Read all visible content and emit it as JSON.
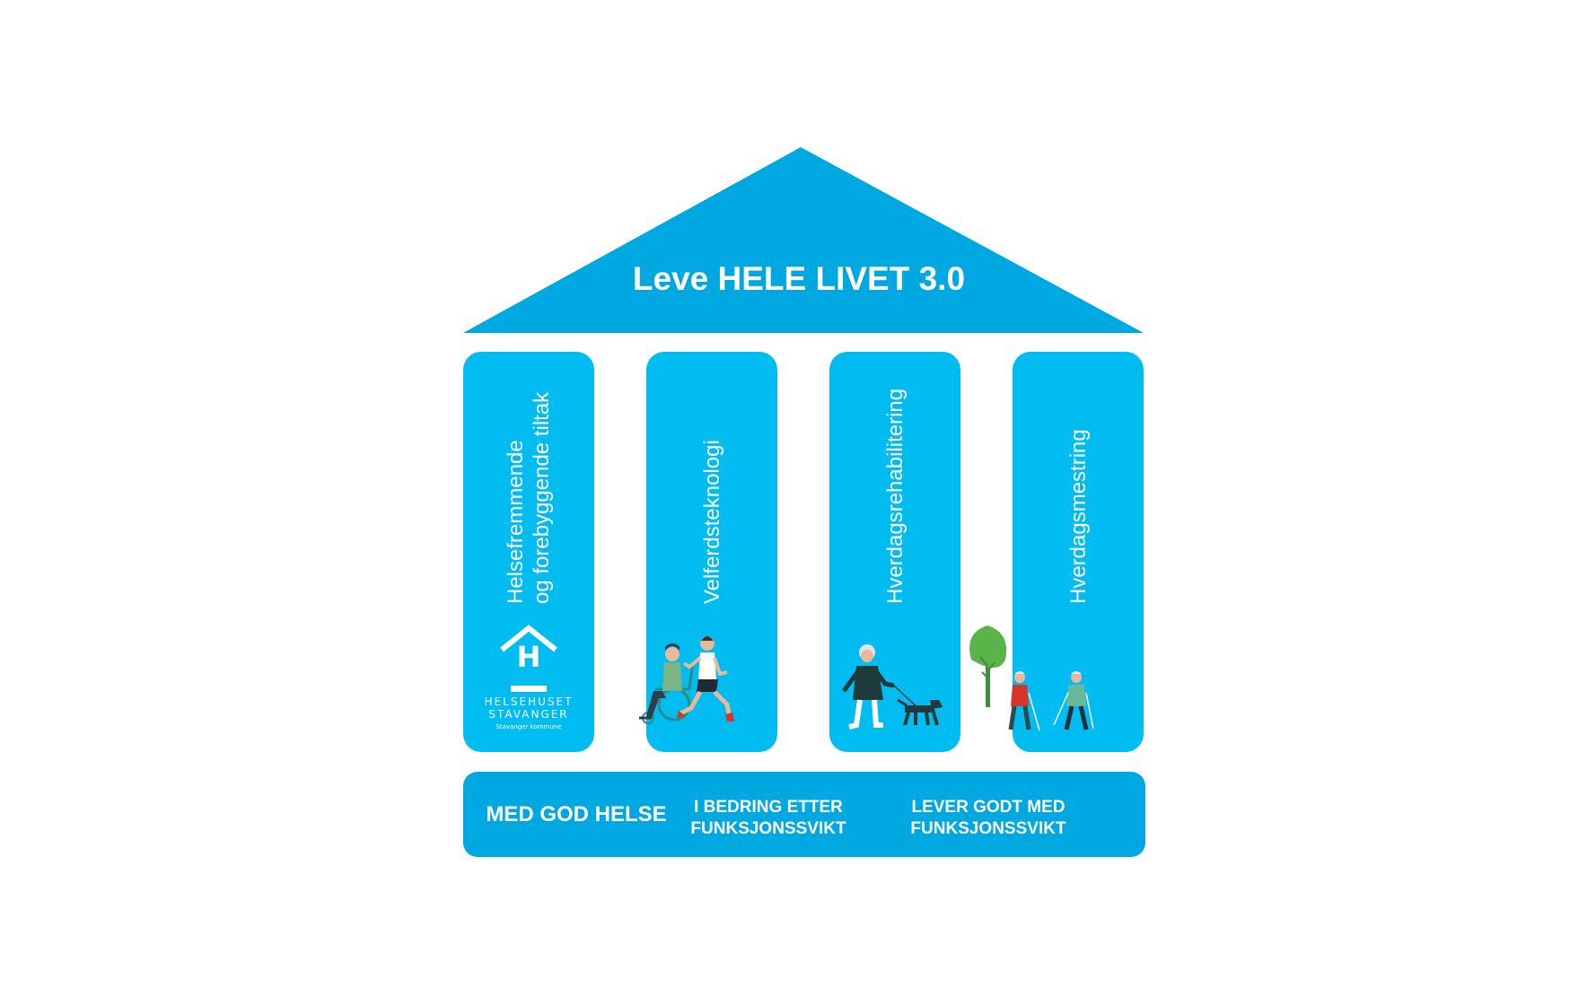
{
  "roof": {
    "title": "Leve HELE LIVET 3.0",
    "color": "#00a8e2"
  },
  "pillars": [
    {
      "lines": [
        "Helsefremmende",
        "og forebyggende tiltak"
      ],
      "illustration": "helsehuset-logo"
    },
    {
      "lines": [
        "Velferdsteknologi"
      ],
      "illustration": "wheelchair-and-runner"
    },
    {
      "lines": [
        "Hverdagsrehabilitering"
      ],
      "illustration": "walker-with-dog"
    },
    {
      "lines": [
        "Hverdagsmestring"
      ],
      "illustration": "tree-and-pole-walkers"
    }
  ],
  "logo": {
    "mark": "H",
    "line1": "HELSEHUSET",
    "line2": "STAVANGER",
    "line3": "Stavanger kommune"
  },
  "base": {
    "labels": [
      {
        "lines": [
          "MED GOD HELSE"
        ]
      },
      {
        "lines": [
          "I BEDRING ETTER",
          "FUNKSJONSSVIKT"
        ]
      },
      {
        "lines": [
          "LEVER GODT MED",
          "FUNKSJONSSVIKT"
        ]
      }
    ]
  },
  "colors": {
    "pillar": "#00bcf0",
    "roof": "#00a8e2",
    "base": "#00a8e2",
    "text": "#ffffff"
  }
}
